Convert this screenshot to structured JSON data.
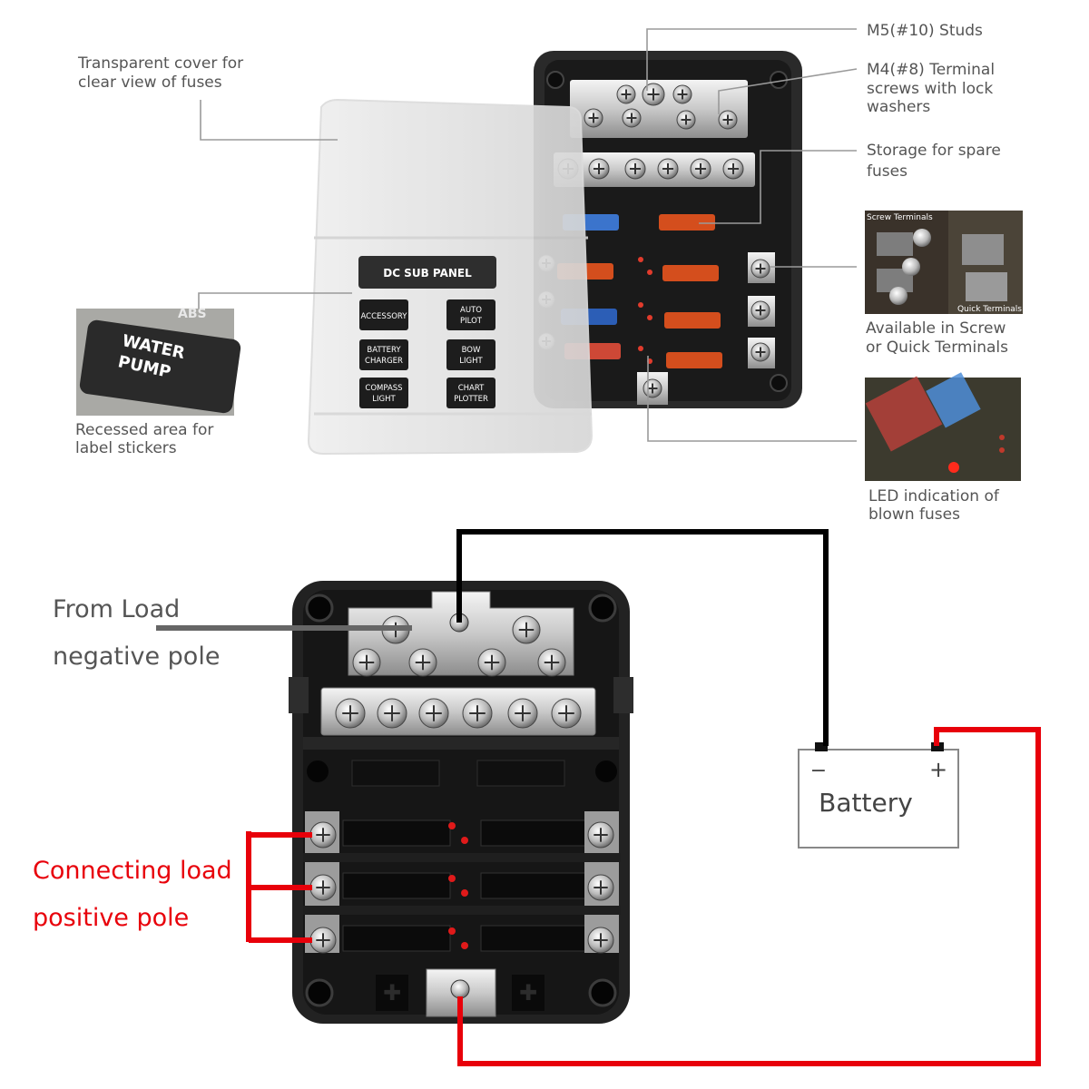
{
  "top_callouts": {
    "cover": [
      "Transparent cover for",
      "clear view of fuses"
    ],
    "studs": "M5(#10) Studs",
    "terminal_screws": [
      "M4(#8) Terminal",
      "screws with lock",
      "washers"
    ],
    "storage": [
      "Storage for spare",
      "fuses"
    ],
    "terminals": [
      "Available in Screw",
      "or Quick Terminals"
    ],
    "led": [
      "LED indication of",
      "blown fuses"
    ],
    "label_area": [
      "Recessed area for",
      "label stickers"
    ]
  },
  "inset_labels": {
    "screw_terminals": "Screw Terminals",
    "quick_terminals": "Quick Terminals",
    "sticker": [
      "WATER",
      "PUMP"
    ],
    "sticker_partial": "ABS"
  },
  "cover_panel": {
    "title": "DC SUB PANEL",
    "labels": [
      [
        "ACCESSORY"
      ],
      [
        "AUTO",
        "PILOT"
      ],
      [
        "BATTERY",
        "CHARGER"
      ],
      [
        "BOW",
        "LIGHT"
      ],
      [
        "COMPASS",
        "LIGHT"
      ],
      [
        "CHART",
        "PLOTTER"
      ]
    ]
  },
  "wiring": {
    "from_load": [
      "From Load",
      "negative pole"
    ],
    "connecting_load": [
      "Connecting load",
      "positive pole"
    ],
    "battery": "Battery",
    "battery_minus": "−",
    "battery_plus": "+",
    "negative_wire_color": "#000000",
    "positive_wire_color": "#e8000a",
    "label_red_color": "#e8000a",
    "label_grey_color": "#555555"
  },
  "fuse_colors": [
    "#3f7ee0",
    "#e9541e",
    "#e9541e",
    "#e9541e",
    "#2f66c8",
    "#e9541e",
    "#e24e3a",
    "#e9541e"
  ]
}
